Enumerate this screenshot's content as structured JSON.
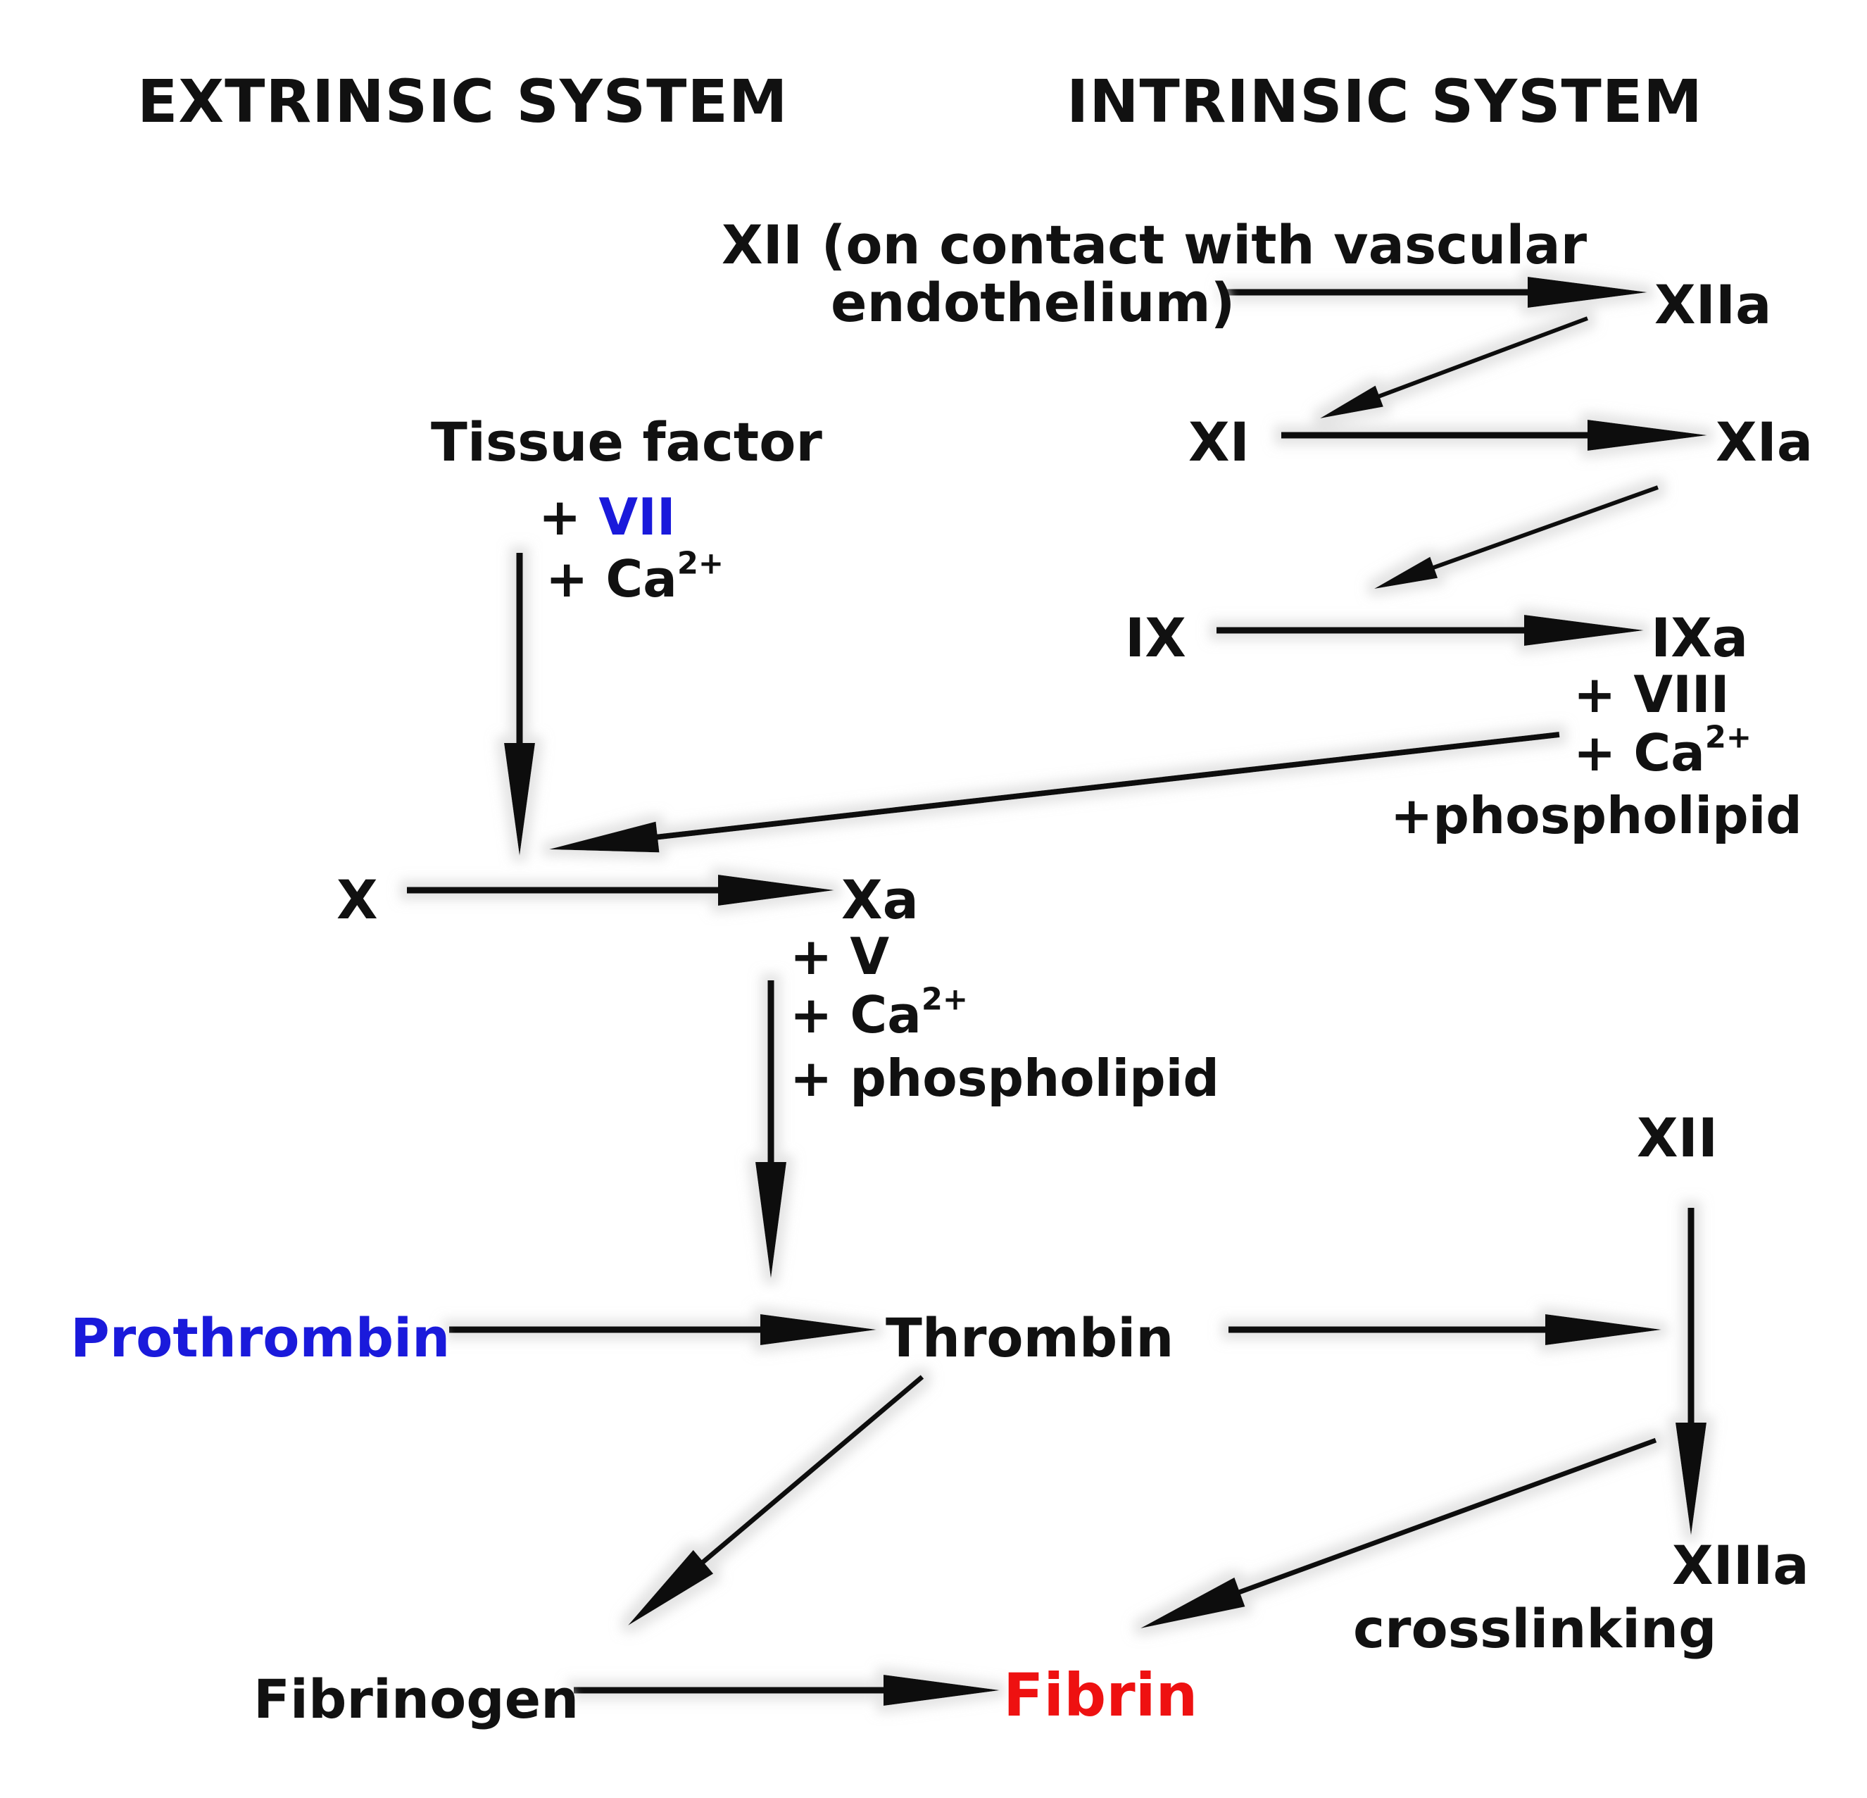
{
  "headers": {
    "extrinsic": "EXTRINSIC SYSTEM",
    "intrinsic": "INTRINSIC SYSTEM"
  },
  "nodes": {
    "xii_contact_line1": "XII (on contact with vascular",
    "xii_contact_line2": "endothelium)",
    "xiia": "XIIa",
    "xi": "XI",
    "xia": "XIa",
    "ix": "IX",
    "ixa": "IXa",
    "tissue_factor": "Tissue factor",
    "x": "X",
    "xa": "Xa",
    "prothrombin": "Prothrombin",
    "thrombin": "Thrombin",
    "xii_lower": "XII",
    "xiiia": "XIIIa",
    "crosslinking": "crosslinking",
    "fibrinogen": "Fibrinogen",
    "fibrin": "Fibrin"
  },
  "cofactors": {
    "tf_plus": "+ ",
    "tf_vii": "VII",
    "tf_ca": "+ Ca",
    "ca_charge": "2+",
    "ixa_viii": "+ VIII",
    "ixa_ca": "+ Ca",
    "ixa_phospholipid": "+phospholipid",
    "xa_v": "+ V",
    "xa_ca": "+ Ca",
    "xa_phospholipid": "+ phospholipid"
  },
  "colors": {
    "text": "#111111",
    "highlight_blue": "#1a1adb",
    "highlight_red": "#ee1111",
    "arrow": "#111111"
  }
}
